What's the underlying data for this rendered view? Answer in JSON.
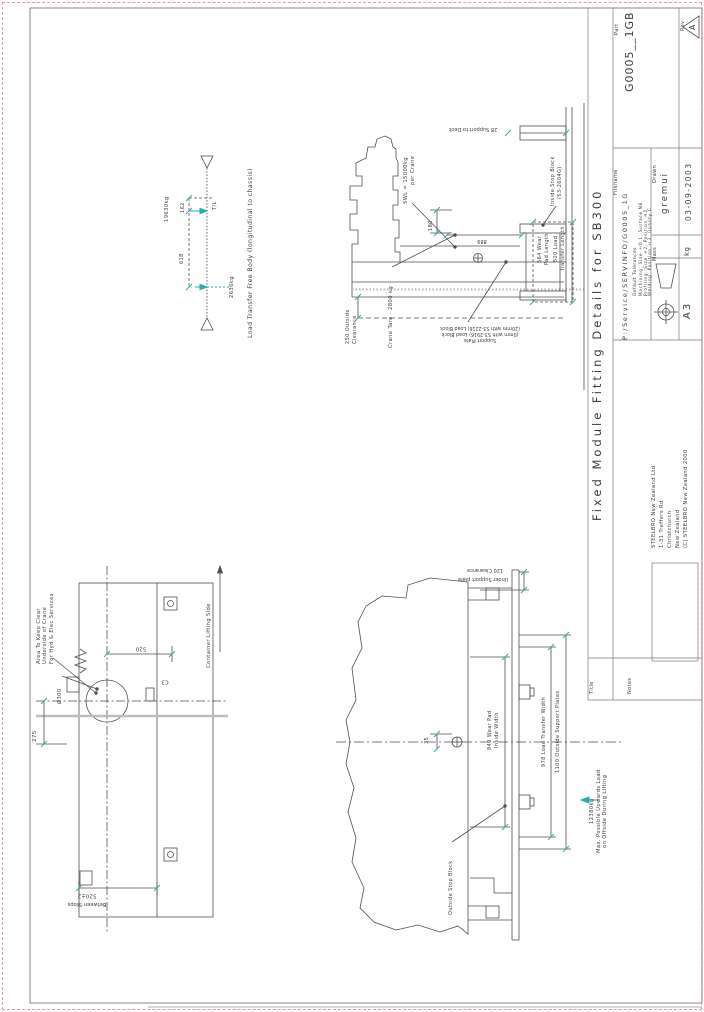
{
  "sheet": {
    "size_label": "A3"
  },
  "colors": {
    "accent_teal": "#2aadad",
    "line": "#4f4f4f",
    "page_border": "#e89a9a"
  },
  "title_block": {
    "title_label": "Title",
    "title": "Fixed Module Fitting Details for SB300",
    "notes_label": "Notes",
    "part_label": "Part",
    "part_number": "G0005__1GB",
    "rev_label": "Rev",
    "revision": "A",
    "filename_label": "Filename",
    "filename": "P:/Service/SERVINFO/G0005_1G",
    "drawn_label": "Drawn",
    "drawn_by": "gremui",
    "drawn_date": "03-09-2003",
    "mass_label": "Mass",
    "mass_unit": "kg",
    "sheet_size": "A3",
    "tolerances": {
      "header": "Default Tolerances",
      "machining": "Machining:  Size ±0.1, Surface N8",
      "profiling": "Profiling:  Size ±2, Position ±2",
      "welding": "Welding:  Position ±3, Quality C"
    },
    "company": {
      "name": "STEELBRO New Zealand Ltd",
      "address_line1": "1-31 Treffers Rd",
      "address_line2": "Christchurch",
      "address_line3": "New Zealand",
      "copyright": "(C) STEELBRO New Zealand 2000"
    }
  },
  "plan_view": {
    "keep_clear_note": [
      "Area To Keep Clear",
      "Underside of Crane",
      "For Hyd & Elec Services"
    ],
    "circle_diameter": "Ø300",
    "dim_275": "275",
    "dim_520": "520",
    "section_ref": "C3",
    "container_side": "Container Lifting Side",
    "between_stops": [
      "520±2",
      "Between Stops"
    ]
  },
  "free_body": {
    "load_top": "19630kg",
    "dim_162": "162",
    "dim_618": "618",
    "datum": "T/L",
    "load_bottom": "2636kg",
    "caption": "Load Transfer Free Body (longitudinal to chassis)"
  },
  "side_elevation": {
    "swl_note": [
      "SWL = 15000kg",
      "per Crane"
    ],
    "support_to_deck": "28 Support to Deck",
    "dim_180": "180",
    "dim_889": "889",
    "inside_stop_block": [
      "Inside Stop Block",
      "(S3-2604G)"
    ],
    "wear_pad": [
      "564 Wear",
      "Pad Length"
    ],
    "load_transfer": [
      "520 Load",
      "Transfer Length"
    ],
    "outside_clearance": [
      "250 Outside",
      "Clearance"
    ],
    "crane_tare": "Crane Tare - 2800 kg",
    "support_plate_note": [
      "Support Plate",
      "(0mm with S3-2916) Load Block",
      "(20mm with S3-2216) Load Block"
    ]
  },
  "rear_elevation": {
    "clearance_note": [
      "120 Clearance",
      "Under Support plate"
    ],
    "dim_35": "35",
    "wear_pad_width": [
      "840 Wear Pad",
      "Inside Width"
    ],
    "load_transfer_width": "978 Load Transfer Width",
    "outside_plates": "1100 Outside Support Plates",
    "outside_stop_block": "Outside Stop Block",
    "max_upwards_load": [
      "12380kg",
      "Max. Possible Upwards Load",
      "on Offside During Lifting"
    ]
  }
}
